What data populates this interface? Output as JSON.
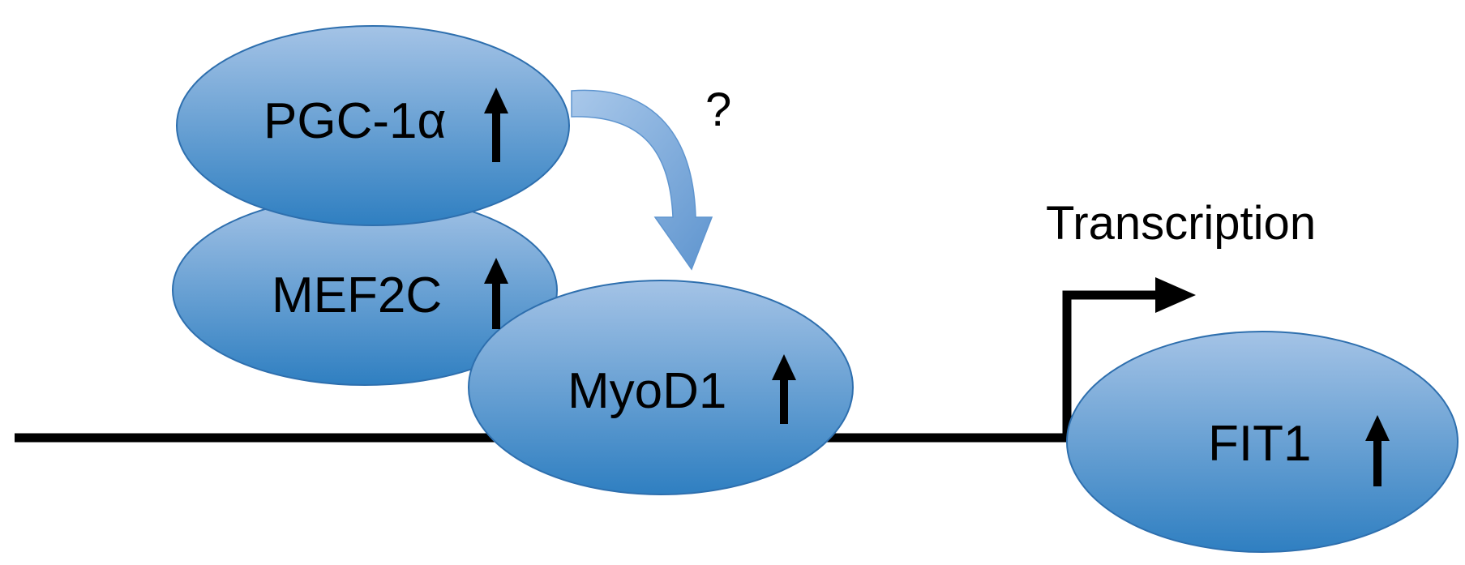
{
  "proteins": {
    "pgc1a": {
      "label": "PGC-1α",
      "trend": "up"
    },
    "mef2c": {
      "label": "MEF2C",
      "trend": "up"
    },
    "myod1": {
      "label": "MyoD1",
      "trend": "up"
    },
    "fit1": {
      "label": "FIT1",
      "trend": "up"
    }
  },
  "question_mark": "?",
  "transcription_label": "Transcription",
  "colors": {
    "ellipse_top": "#a4c3e6",
    "ellipse_bottom": "#2f7fc1",
    "ellipse_stroke": "#2e6fae",
    "curved_arrow": "#6a9fd5",
    "line": "#000000"
  }
}
